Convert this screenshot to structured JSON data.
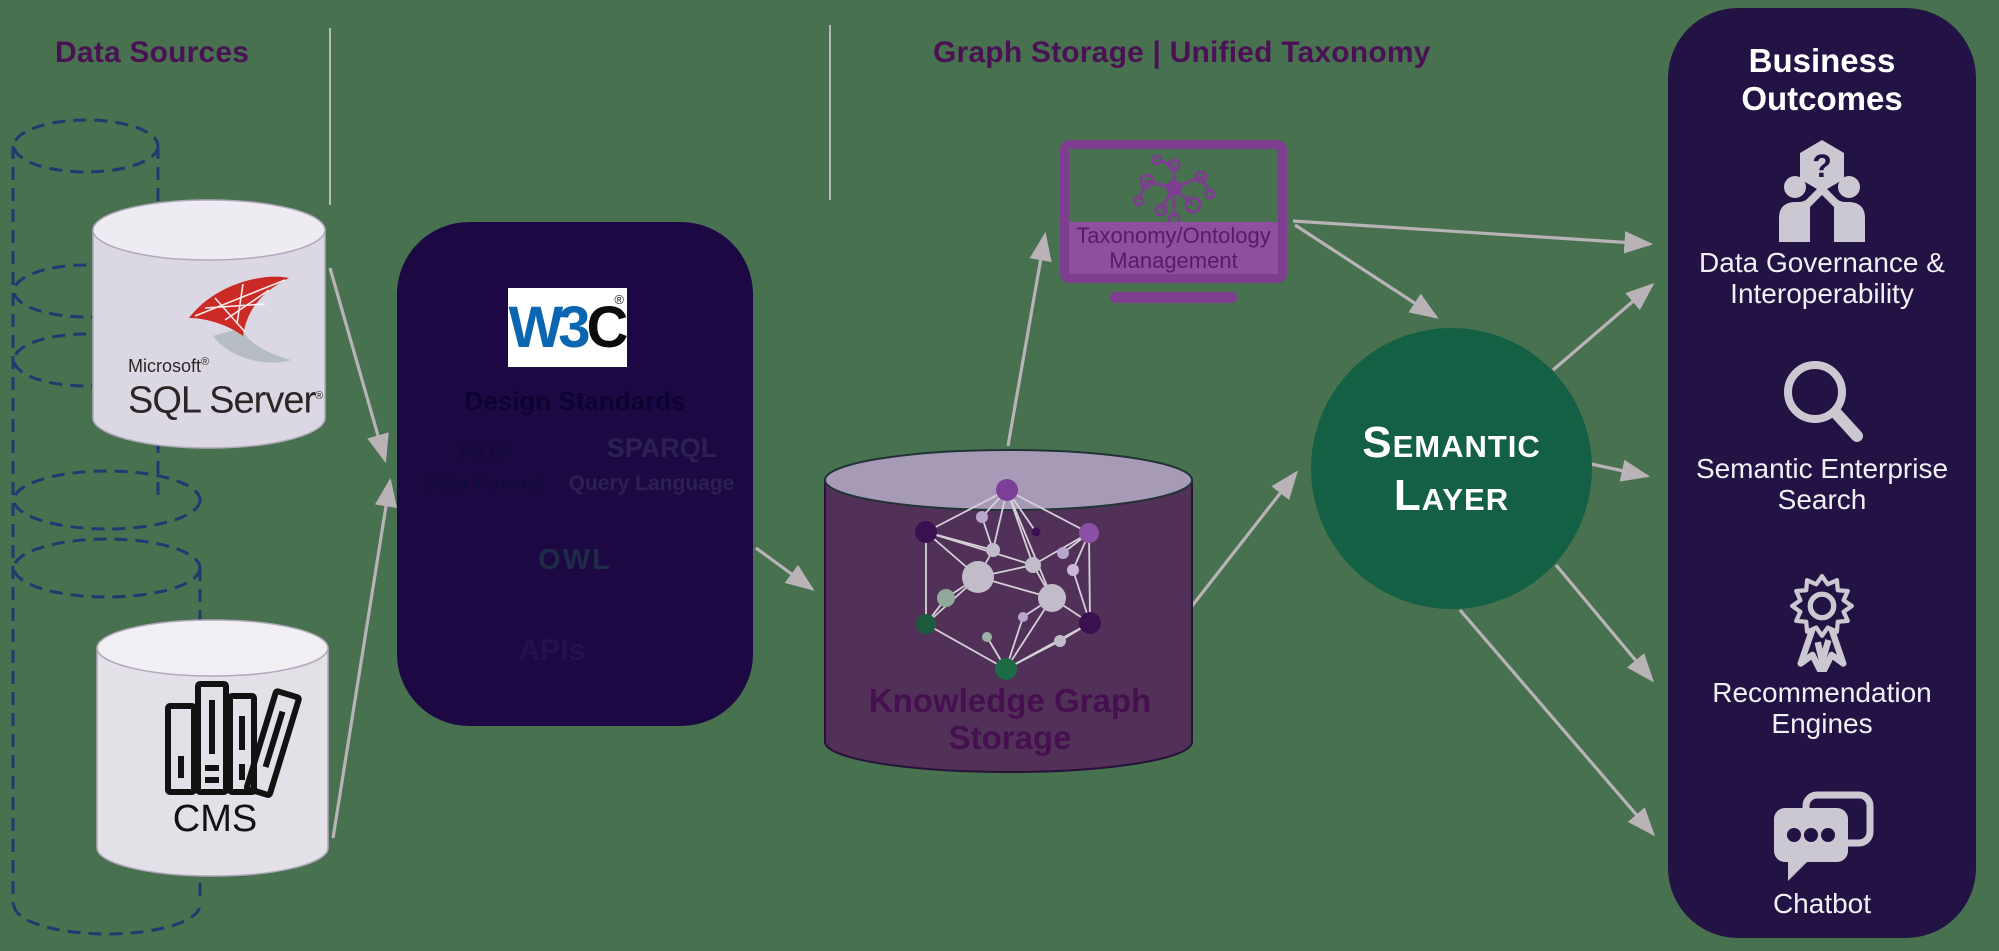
{
  "headings": {
    "data_sources": "Data Sources",
    "graph_storage": "Graph Storage | Unified Taxonomy"
  },
  "data_sources": {
    "sql_server": {
      "brand": "Microsoft",
      "brand_reg": "®",
      "name": "SQL Server",
      "name_reg": "®"
    },
    "cms": {
      "label": "CMS"
    }
  },
  "standards_box": {
    "logo_w3": "W3",
    "logo_c": "C",
    "logo_reg": "®",
    "subtitle": "Design Standards",
    "rdf": "RDF",
    "rdf_caption": "Data Format",
    "sparql": "SPARQL",
    "sparql_caption": "Query Language",
    "owl": "OWL",
    "apis": "APIs"
  },
  "taxonomy_monitor": {
    "label_line1": "Taxonomy/Ontology",
    "label_line2": "Management"
  },
  "knowledge_graph": {
    "label_line1": "Knowledge Graph",
    "label_line2": "Storage"
  },
  "semantic_layer": {
    "word1": "Semantic",
    "word2": "Layer"
  },
  "business_outcomes": {
    "title": "Business Outcomes",
    "question_glyph": "?",
    "items": [
      {
        "label": "Data Governance & Interoperability",
        "icon": "people-question-icon"
      },
      {
        "label": "Semantic Enterprise Search",
        "icon": "magnifier-icon"
      },
      {
        "label": "Recommendation Engines",
        "icon": "award-icon"
      },
      {
        "label": "Chatbot",
        "icon": "chat-icon"
      }
    ]
  },
  "colors": {
    "background": "#47714f",
    "heading_purple": "#4a1254",
    "standards_box_bg": "#1c0944",
    "outcomes_panel_bg": "#231244",
    "semantic_green": "#136044",
    "monitor_purple": "#7d3e90",
    "kg_cylinder_body": "#523158",
    "arrow_gray": "#b9b2b6",
    "dashed_navy": "#1f3a70",
    "w3c_blue": "#0b66b2",
    "sql_red": "#cc2a27"
  }
}
